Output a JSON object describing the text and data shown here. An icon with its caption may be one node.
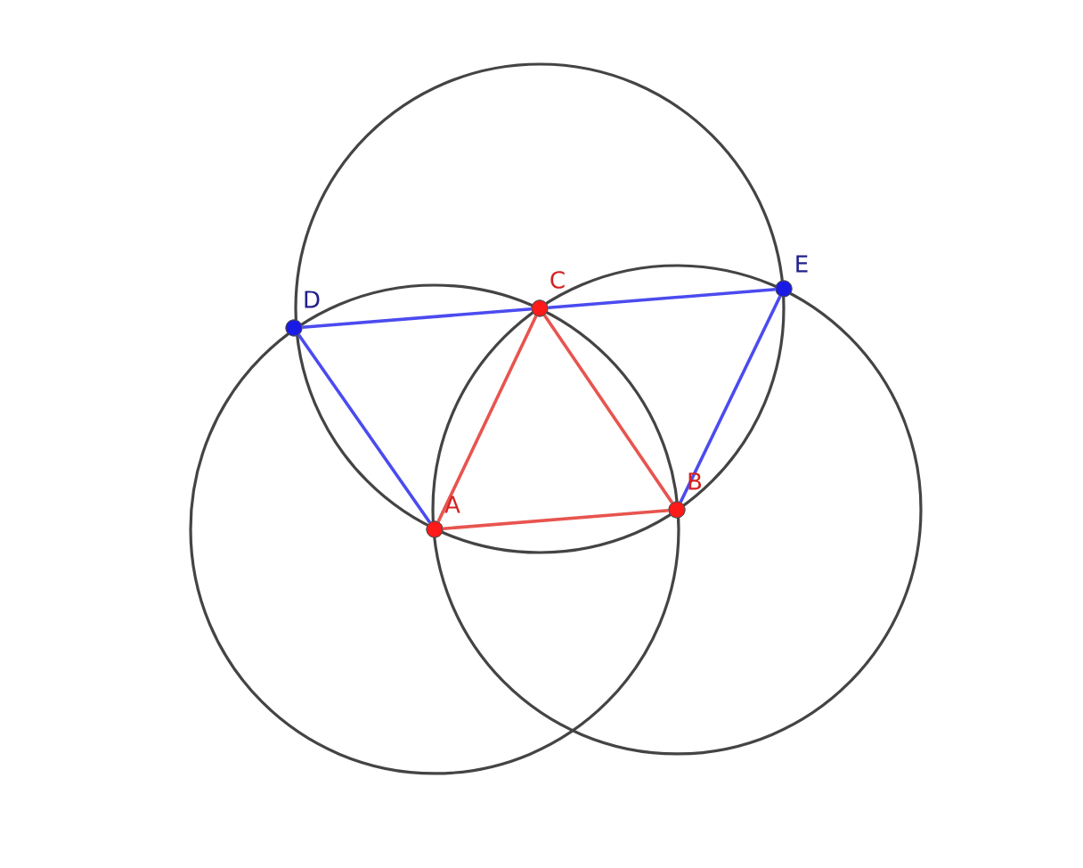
{
  "diagram": {
    "nodes": [
      {
        "text": [
          "A"
        ]
      },
      {
        "text": [
          "B"
        ]
      },
      {
        "text": [
          "C"
        ]
      },
      {
        "text": [
          "D"
        ]
      },
      {
        "text": [
          "E"
        ]
      }
    ],
    "edges": [
      {
        "from": 0,
        "to": 1,
        "arrow": "none",
        "color": "#e8544f"
      },
      {
        "from": 1,
        "to": 2,
        "arrow": "none",
        "color": "#e8544f"
      },
      {
        "from": 2,
        "to": 0,
        "arrow": "none",
        "color": "#e8544f"
      },
      {
        "from": 3,
        "to": 2,
        "arrow": "none"
      },
      {
        "from": 2,
        "to": 4,
        "arrow": "none"
      },
      {
        "from": 3,
        "to": 0,
        "arrow": "none"
      },
      {
        "from": 4,
        "to": 1,
        "arrow": "none"
      }
    ]
  }
}
